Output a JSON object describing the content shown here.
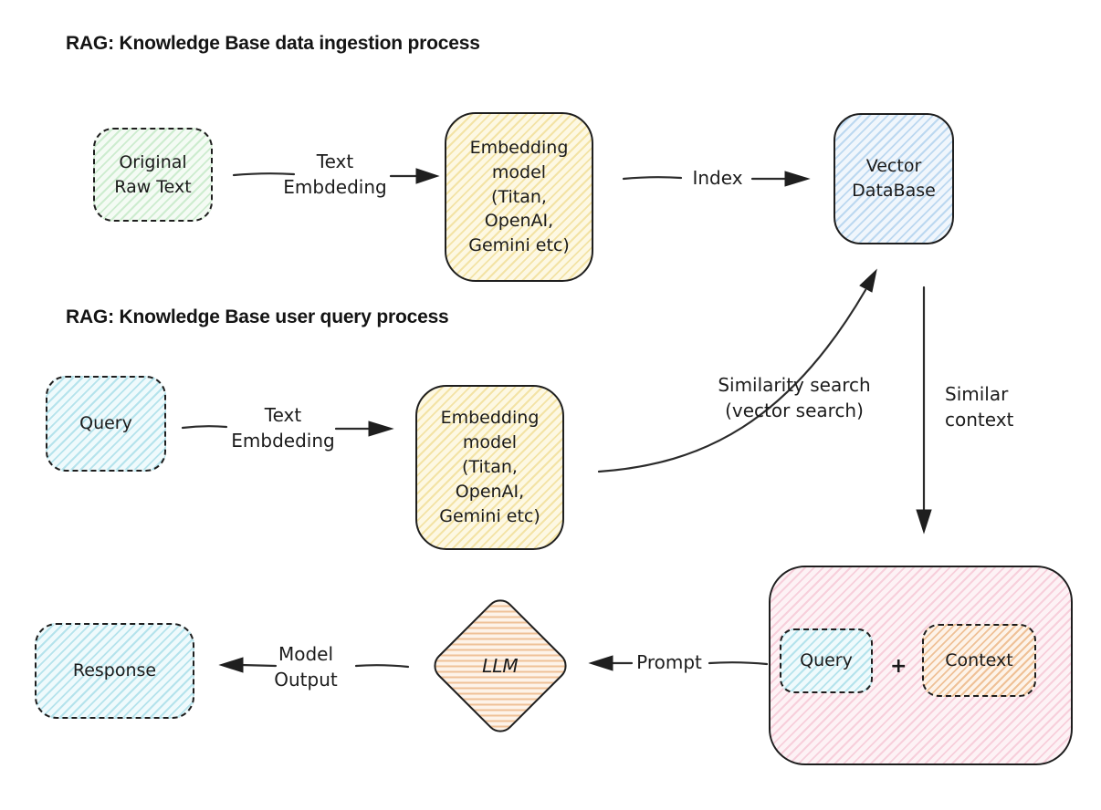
{
  "titles": {
    "ingestion": "RAG: Knowledge Base data ingestion process",
    "query": "RAG: Knowledge Base user query process"
  },
  "nodes": {
    "original_raw_text": {
      "label": "Original\nRaw Text",
      "fill": "#cdeccf"
    },
    "embedding_model_ingest": {
      "label": "Embedding\nmodel\n(Titan,\nOpenAI,\nGemini etc)",
      "fill": "#f3e3a5"
    },
    "vector_database": {
      "label": "Vector\nDataBase",
      "fill": "#bcd8f0"
    },
    "query": {
      "label": "Query",
      "fill": "#b5e3ec"
    },
    "embedding_model_query": {
      "label": "Embedding\nmodel\n(Titan,\nOpenAI,\nGemini etc)",
      "fill": "#f3e3a5"
    },
    "prompt_group": {
      "fill": "#f7cfdb",
      "query_label": "Query",
      "plus": "+",
      "context_label": "Context",
      "context_fill": "#efc197",
      "query_fill": "#b5e3ec"
    },
    "llm": {
      "label": "LLM",
      "fill": "#efc197"
    },
    "response": {
      "label": "Response",
      "fill": "#b5e3ec"
    }
  },
  "edges": {
    "text_embedding_ingest": {
      "label": "Text\nEmbdeding"
    },
    "index": {
      "label": "Index"
    },
    "text_embedding_query": {
      "label": "Text\nEmbdeding"
    },
    "similarity_search": {
      "label": "Similarity search\n(vector search)"
    },
    "similar_context": {
      "label": "Similar\ncontext"
    },
    "prompt": {
      "label": "Prompt"
    },
    "model_output": {
      "label": "Model\nOutput"
    }
  },
  "colors": {
    "background": "#ffffff",
    "stroke": "#1e1e1e",
    "green": "#cdeccf",
    "yellow": "#f3e3a5",
    "blue": "#bcd8f0",
    "cyan": "#b5e3ec",
    "pink": "#f7cfdb",
    "orange": "#efc197"
  }
}
